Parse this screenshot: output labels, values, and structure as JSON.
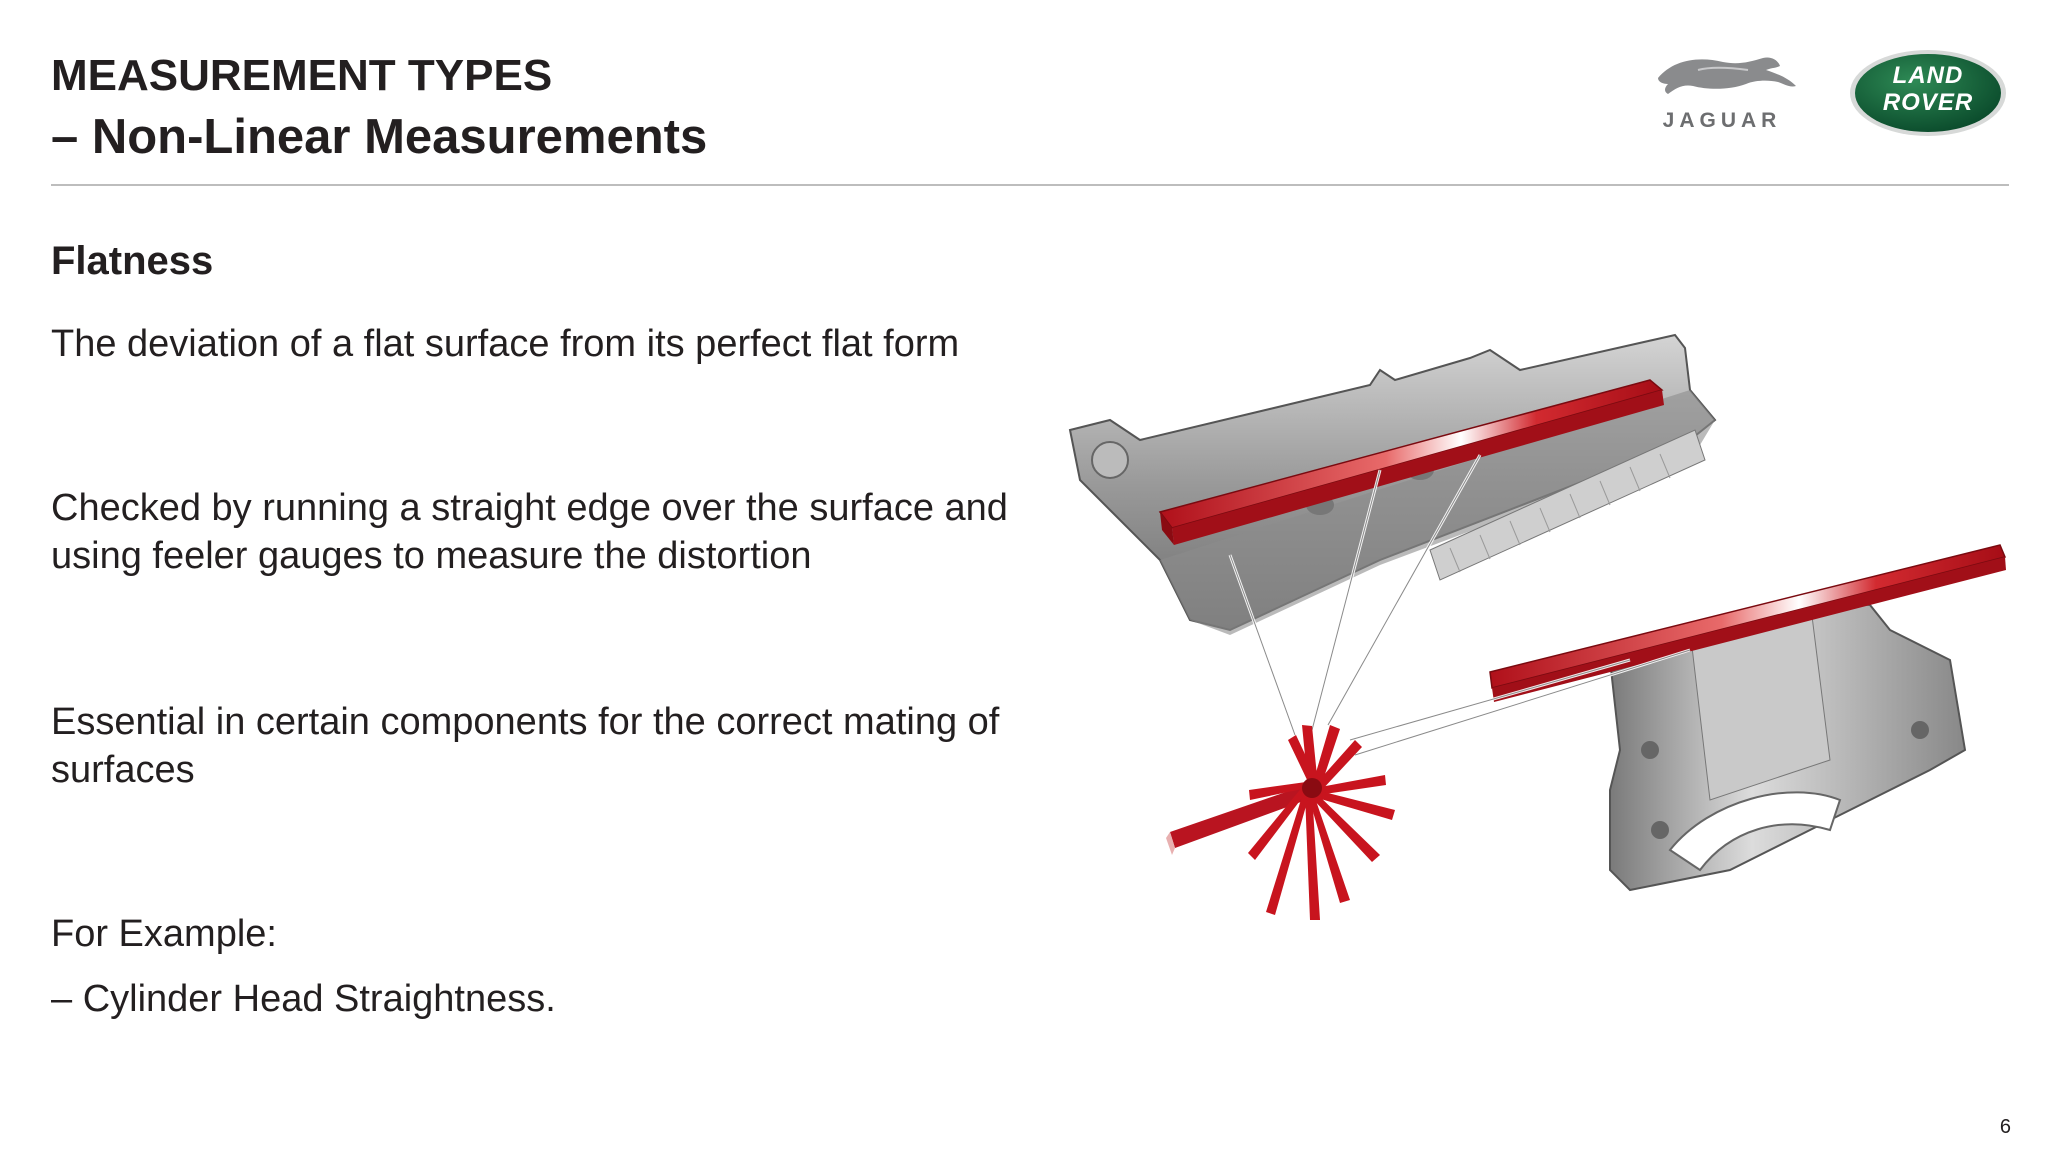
{
  "header": {
    "title": "MEASUREMENT TYPES",
    "subtitle": "– Non-Linear Measurements"
  },
  "logos": {
    "jaguar_text": "JAGUAR",
    "landrover_line1": "LAND",
    "landrover_line2": "ROVER"
  },
  "content": {
    "heading": "Flatness",
    "paragraph1": "The deviation of a flat surface from its perfect flat form",
    "paragraph2": "Checked by running a straight edge over the surface and using feeler gauges to measure the distortion",
    "paragraph3": "Essential in certain components for the correct mating of surfaces",
    "example_label": "For Example:",
    "example_item": "– Cylinder Head Straightness."
  },
  "footer": {
    "page_number": "6"
  },
  "colors": {
    "text": "#231f20",
    "straight_edge_red": "#c8141e",
    "landrover_green": "#0c5a34",
    "engine_grey": "#a9a9a9"
  },
  "icons": [
    "jaguar-leaper-icon",
    "land-rover-oval-icon"
  ]
}
